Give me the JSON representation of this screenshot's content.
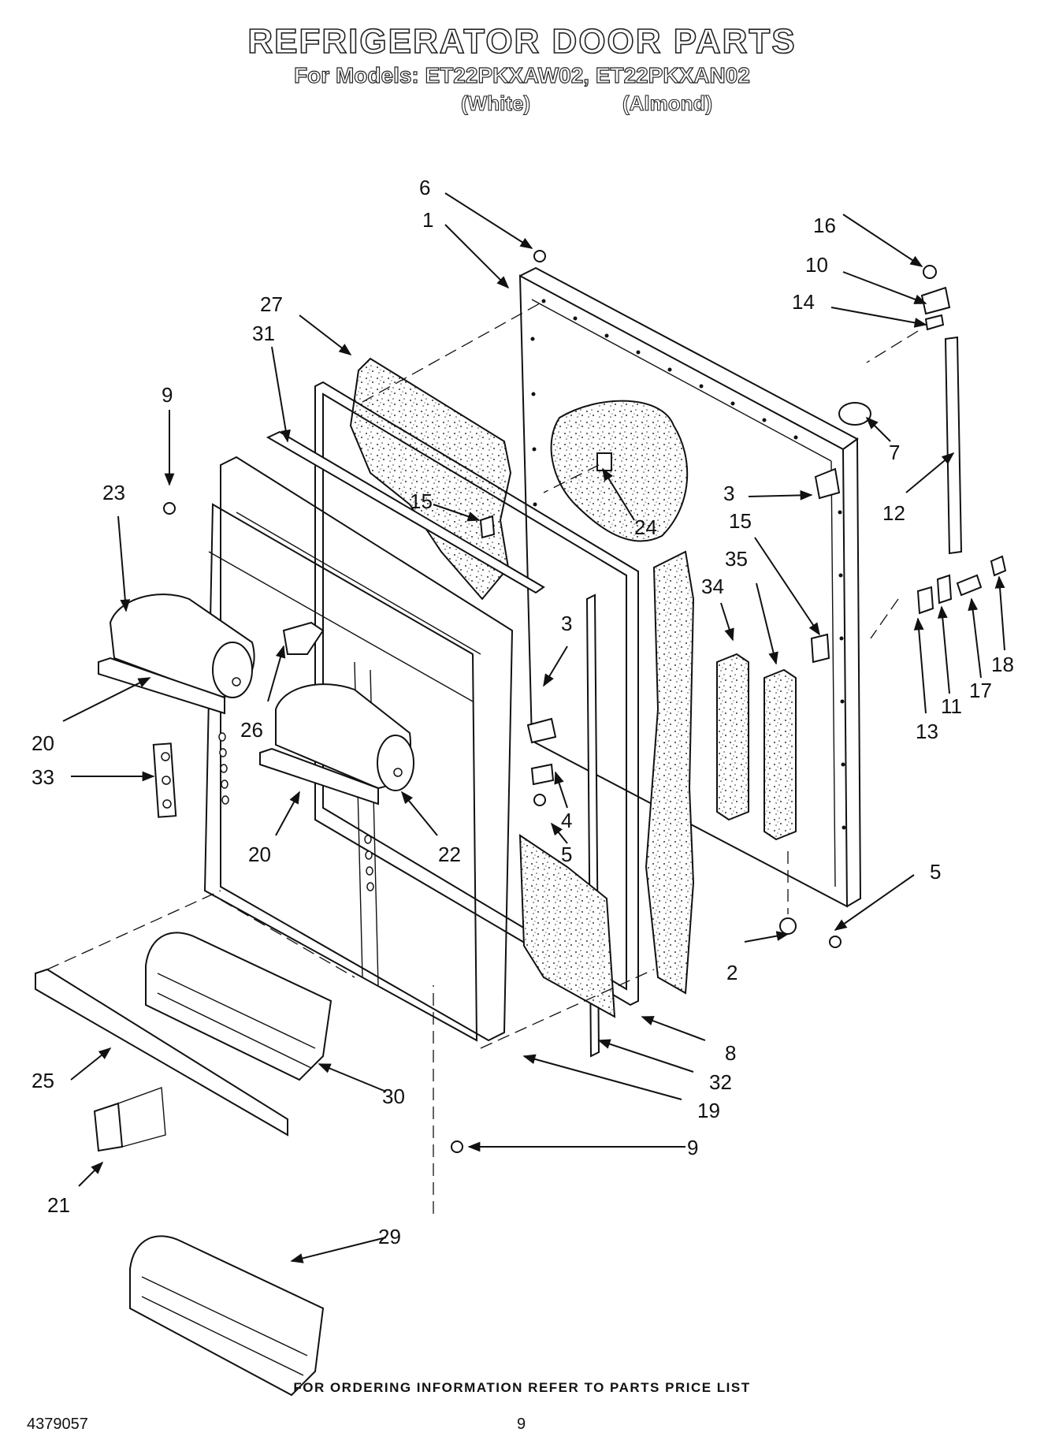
{
  "header": {
    "title": "REFRIGERATOR DOOR PARTS",
    "models_line": "For Models: ET22PKXAW02, ET22PKXAN02",
    "variants": [
      "(White)",
      "(Almond)"
    ]
  },
  "callouts": {
    "p6": "6",
    "p1": "1",
    "p16": "16",
    "p10": "10",
    "p14": "14",
    "p27": "27",
    "p31": "31",
    "p9a": "9",
    "p23": "23",
    "p15a": "15",
    "p24": "24",
    "p7": "7",
    "p3a": "3",
    "p15b": "15",
    "p12": "12",
    "p35": "35",
    "p34": "34",
    "p3b": "3",
    "p20a": "20",
    "p26": "26",
    "p33": "33",
    "p4": "4",
    "p5a": "5",
    "p13": "13",
    "p11": "11",
    "p17": "17",
    "p18": "18",
    "p20b": "20",
    "p22": "22",
    "p5b": "5",
    "p2": "2",
    "p8": "8",
    "p32": "32",
    "p19": "19",
    "p25": "25",
    "p30": "30",
    "p9b": "9",
    "p21": "21",
    "p29": "29"
  },
  "footer": {
    "note": "FOR ORDERING INFORMATION REFER TO PARTS PRICE LIST",
    "doc_number": "4379057",
    "page_number": "9"
  }
}
